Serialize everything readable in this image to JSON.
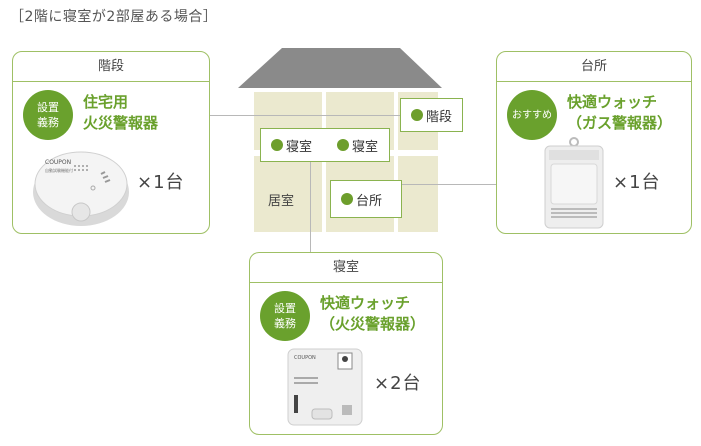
{
  "title": "［2階に寝室が2部屋ある場合］",
  "house": {
    "room_living": "居室",
    "tag_stairs": "階段",
    "tag_bedroom_1": "寝室",
    "tag_bedroom_2": "寝室",
    "tag_kitchen": "台所"
  },
  "cards": {
    "stairs": {
      "header": "階段",
      "badge": "設置\n義務",
      "product_line1": "住宅用",
      "product_line2": "火災警報器",
      "count": "×1台",
      "device_brand": "COUPON",
      "device_text": "自動試験機能付"
    },
    "kitchen": {
      "header": "台所",
      "badge": "おすすめ",
      "product_line1": "快適ウォッチ",
      "product_line2": "（ガス警報器）",
      "count": "×1台"
    },
    "bedroom": {
      "header": "寝室",
      "badge": "設置\n義務",
      "product_line1": "快適ウォッチ",
      "product_line2": "（火災警報器）",
      "count": "×2台",
      "device_brand": "COUPON"
    }
  },
  "colors": {
    "accent_green": "#6aa12d",
    "card_border": "#9fc065",
    "wall": "#ebe9cf",
    "roof": "#8a8a8a"
  }
}
